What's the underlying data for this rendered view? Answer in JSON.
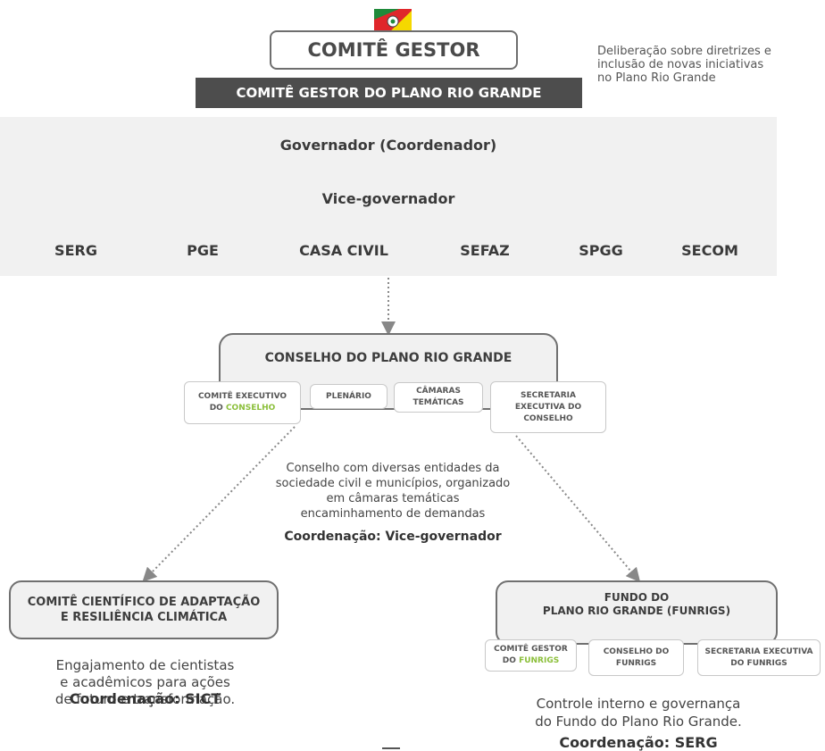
{
  "header": {
    "title": "COMITÊ GESTOR",
    "subtitle": "COMITÊ GESTOR DO PLANO RIO GRANDE",
    "description": "Deliberação sobre diretrizes e inclusão de novas iniciativas no Plano Rio Grande"
  },
  "committee": {
    "governor": "Governador (Coordenador)",
    "vice": "Vice-governador",
    "members": [
      "SERG",
      "PGE",
      "CASA CIVIL",
      "SEFAZ",
      "SPGG",
      "SECOM"
    ]
  },
  "conselho": {
    "title": "CONSELHO DO PLANO RIO GRANDE",
    "subs": {
      "executivo_a": "COMITÊ EXECUTIVO",
      "executivo_b_prefix": "DO ",
      "executivo_b_highlight": "CONSELHO",
      "plenario": "PLENÁRIO",
      "camaras_a": "CÂMARAS",
      "camaras_b": "TEMÁTICAS",
      "secretaria_a": "SECRETARIA",
      "secretaria_b": "EXECUTIVA DO",
      "secretaria_c": "CONSELHO"
    },
    "desc_lines": [
      "Conselho com diversas entidades da",
      "sociedade civil e municípios, organizado",
      "em câmaras temáticas",
      "encaminhamento de demandas"
    ],
    "coordination": "Coordenação: Vice-governador"
  },
  "ciencia": {
    "title_line1": "COMITÊ CIENTÍFICO DE ADAPTAÇÃO",
    "title_line2": "E RESILIÊNCIA CLIMÁTICA",
    "desc_lines": [
      "Engajamento de cientistas",
      "e acadêmicos  para ações",
      "de futuro e transformação."
    ],
    "coordination": "Coordenação: SICT"
  },
  "fundo": {
    "title_line1": "FUNDO DO",
    "title_line2": "PLANO RIO GRANDE (FUNRIGS)",
    "subs": {
      "gestor_a": "COMITÊ GESTOR",
      "gestor_b_prefix": "DO ",
      "gestor_b_highlight": "FUNRIGS",
      "conselho_a": "CONSELHO DO",
      "conselho_b": "FUNRIGS",
      "secretaria_a": "SECRETARIA EXECUTIVA",
      "secretaria_b": "DO FUNRIGS"
    },
    "desc_lines": [
      "Controle interno e governança",
      "do Fundo do Plano Rio Grande."
    ],
    "coordination": "Coordenação: SERG"
  },
  "colors": {
    "accent_green": "#8bbf3a",
    "dark_bar": "#4d4d4d",
    "panel_gray": "#f1f1f1"
  }
}
